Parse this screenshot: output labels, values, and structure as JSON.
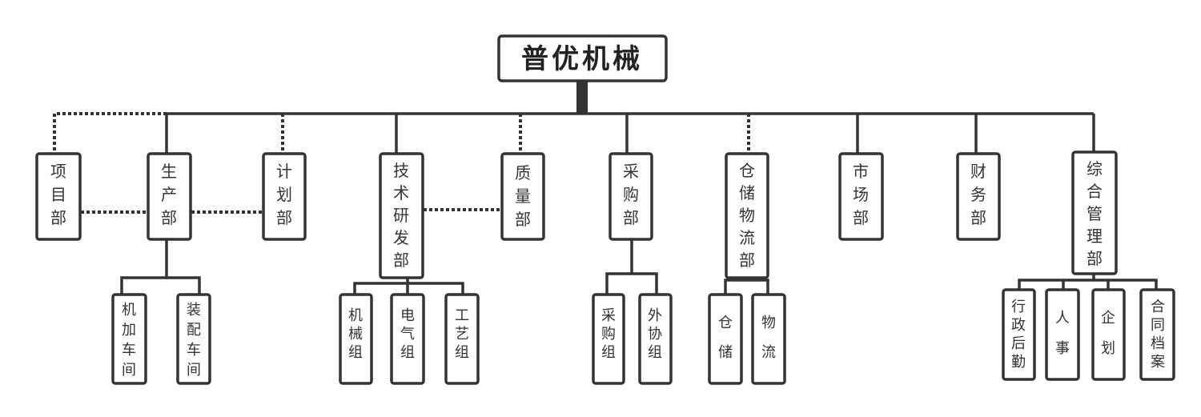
{
  "root": {
    "label": "普优机械"
  },
  "departments": [
    {
      "id": "xiangmu",
      "label": "项目部"
    },
    {
      "id": "shengchan",
      "label": "生产部"
    },
    {
      "id": "jihua",
      "label": "计划部"
    },
    {
      "id": "jishu",
      "label": "技术研发部"
    },
    {
      "id": "zhiliang",
      "label": "质量部"
    },
    {
      "id": "caigou",
      "label": "采购部"
    },
    {
      "id": "cangchu",
      "label": "仓储物流部"
    },
    {
      "id": "shichang",
      "label": "市场部"
    },
    {
      "id": "caiwu",
      "label": "财务部"
    },
    {
      "id": "zonghe",
      "label": "综合管理部"
    }
  ],
  "subunits": {
    "shengchan": [
      {
        "label": "机加车间"
      },
      {
        "label": "装配车间"
      }
    ],
    "jishu": [
      {
        "label": "机械组"
      },
      {
        "label": "电气组"
      },
      {
        "label": "工艺组"
      }
    ],
    "caigou": [
      {
        "label": "采购组"
      },
      {
        "label": "外协组"
      }
    ],
    "cangchu": [
      {
        "label": "仓储"
      },
      {
        "label": "物流"
      }
    ],
    "zonghe": [
      {
        "label": "行政后勤"
      },
      {
        "label": "人事"
      },
      {
        "label": "企划"
      },
      {
        "label": "合同档案"
      }
    ]
  }
}
